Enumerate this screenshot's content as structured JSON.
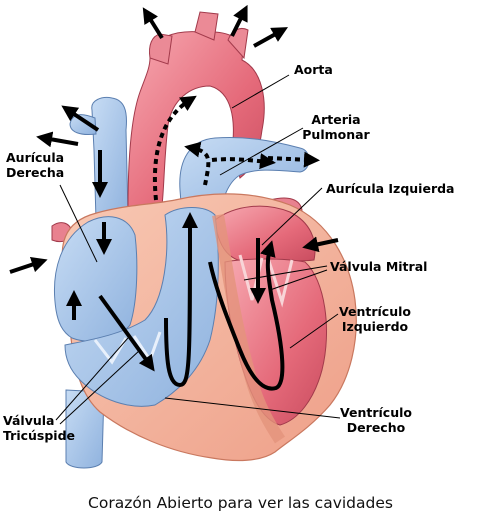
{
  "labels": {
    "aorta": "Aorta",
    "arteria_pulmonar_1": "Arteria",
    "arteria_pulmonar_2": "Pulmonar",
    "auricula_derecha_1": "Aurícula",
    "auricula_derecha_2": "Derecha",
    "auricula_izquierda": "Aurícula Izquierda",
    "valvula_mitral": "Válvula Mitral",
    "ventriculo_izquierdo_1": "Ventrículo",
    "ventriculo_izquierdo_2": "Izquierdo",
    "valvula_tricuspide_1": "Válvula",
    "valvula_tricuspide_2": "Tricúspide",
    "ventriculo_derecho_1": "Ventrículo",
    "ventriculo_derecho_2": "Derecho"
  },
  "caption": "Corazón Abierto para ver las cavidades",
  "colors": {
    "oxygenated": "#e9707f",
    "deoxygenated": "#a9c6ea",
    "muscle": "#f4b7a0",
    "arrows": "#000000"
  }
}
